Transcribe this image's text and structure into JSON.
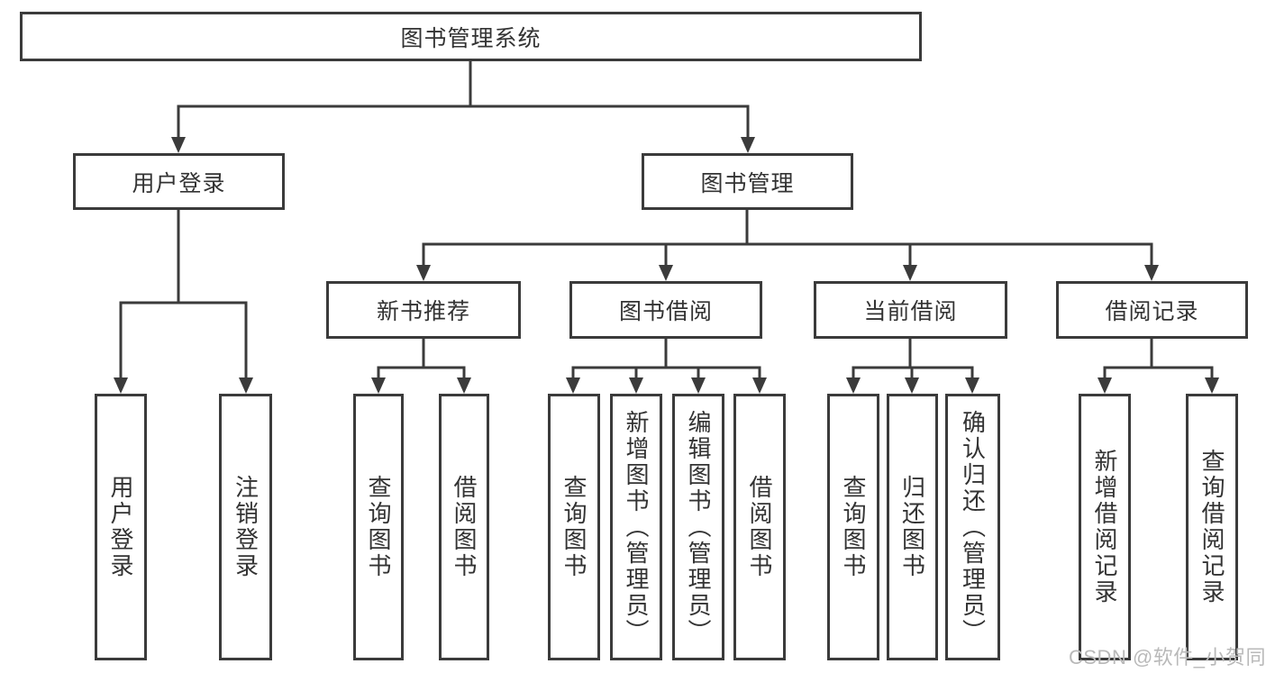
{
  "root": {
    "label": "图书管理系统"
  },
  "level2": [
    {
      "label": "用户登录"
    },
    {
      "label": "图书管理"
    }
  ],
  "level3": [
    {
      "label": "新书推荐",
      "parent": "图书管理"
    },
    {
      "label": "图书借阅",
      "parent": "图书管理"
    },
    {
      "label": "当前借阅",
      "parent": "图书管理"
    },
    {
      "label": "借阅记录",
      "parent": "图书管理"
    }
  ],
  "leaves": [
    {
      "label": "用户登录",
      "parent": "用户登录"
    },
    {
      "label": "注销登录",
      "parent": "用户登录"
    },
    {
      "label": "查询图书",
      "parent": "新书推荐"
    },
    {
      "label": "借阅图书",
      "parent": "新书推荐"
    },
    {
      "label": "查询图书",
      "parent": "图书借阅"
    },
    {
      "label": "新增图书（管理员）",
      "parent": "图书借阅"
    },
    {
      "label": "编辑图书（管理员）",
      "parent": "图书借阅"
    },
    {
      "label": "借阅图书",
      "parent": "图书借阅"
    },
    {
      "label": "查询图书",
      "parent": "当前借阅"
    },
    {
      "label": "归还图书",
      "parent": "当前借阅"
    },
    {
      "label": "确认归还（管理员）",
      "parent": "当前借阅"
    },
    {
      "label": "新增借阅记录",
      "parent": "借阅记录"
    },
    {
      "label": "查询借阅记录",
      "parent": "借阅记录"
    }
  ],
  "watermark": "CSDN @软件_小贺同学",
  "colors": {
    "line": "#3b3b3b",
    "text": "#333333",
    "background": "#ffffff",
    "watermark": "#b9b9b9"
  }
}
